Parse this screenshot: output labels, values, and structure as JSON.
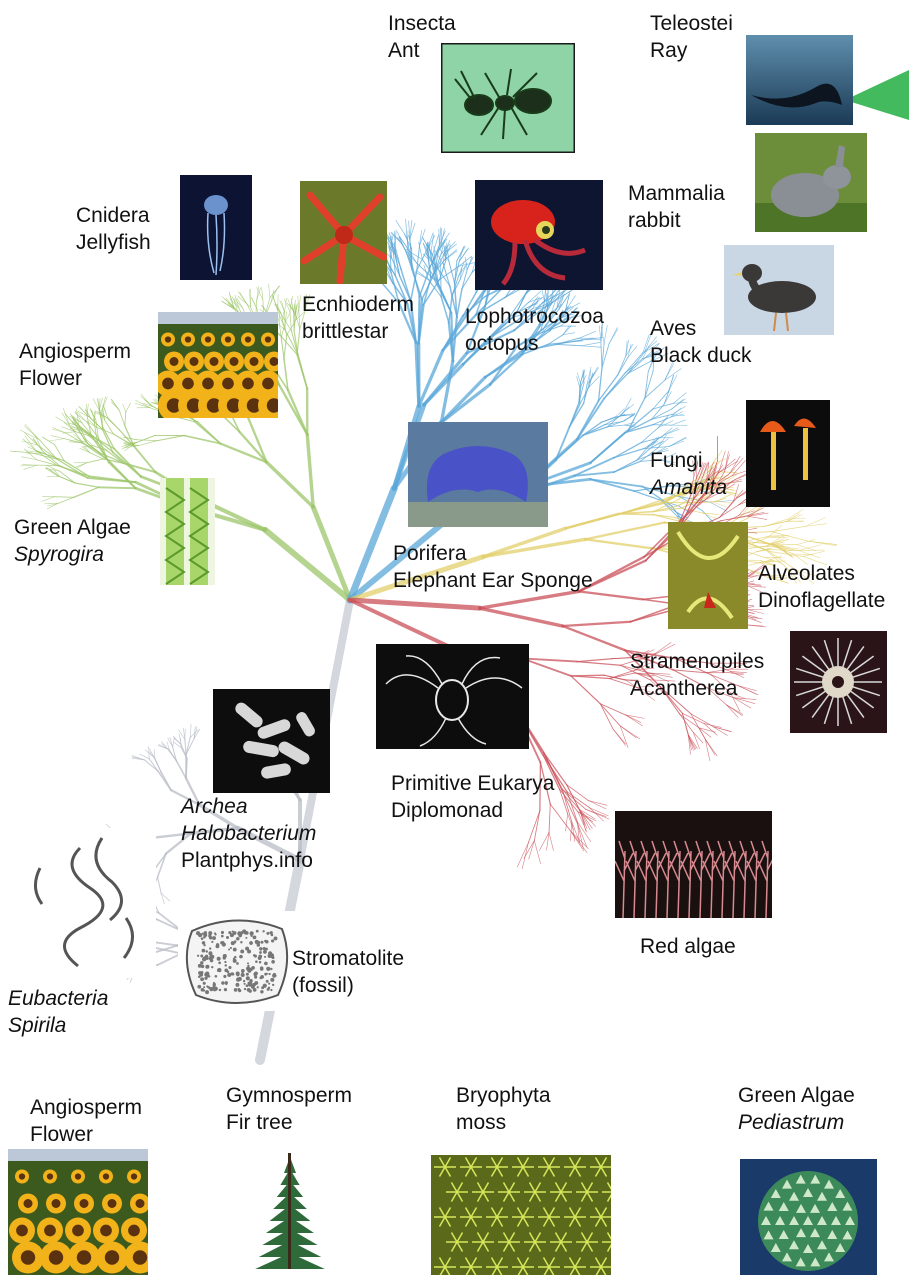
{
  "taxa": {
    "insecta": {
      "line1": "Insecta",
      "line2": "Ant"
    },
    "teleostei": {
      "line1": "Teleostei",
      "line2": "Ray"
    },
    "cnidera": {
      "line1": "Cnidera",
      "line2": "Jellyfish"
    },
    "mammalia": {
      "line1": "Mammalia",
      "line2": "rabbit"
    },
    "echinoderm": {
      "line1": "Ecnhioderm",
      "line2": "brittlestar"
    },
    "lophotrocozoa": {
      "line1": "Lophotrocozoa",
      "line2": "octopus"
    },
    "aves": {
      "line1": "Aves",
      "line2": "Black duck"
    },
    "angiosperm_top": {
      "line1": "Angiosperm",
      "line2": "Flower"
    },
    "fungi": {
      "line1": "Fungi",
      "line2": "Amanita"
    },
    "green_algae_top": {
      "line1": "Green Algae",
      "line2": "Spyrogira"
    },
    "porifera": {
      "line1": "Porifera",
      "line2": "Elephant Ear Sponge"
    },
    "alveolates": {
      "line1": "Alveolates",
      "line2": "Dinoflagellate"
    },
    "stramenopiles": {
      "line1": "Stramenopiles",
      "line2": "Acantherea"
    },
    "primitive": {
      "line1": "Primitive Eukarya",
      "line2": "Diplomonad"
    },
    "archea": {
      "line1": "Archea",
      "line2": "Halobacterium",
      "line3": "Plantphys.info"
    },
    "red_algae": {
      "line1": "Red algae"
    },
    "stromatolite": {
      "line1": "Stromatolite",
      "line2": "(fossil)"
    },
    "eubacteria": {
      "line1": "Eubacteria",
      "line2": "Spirila"
    },
    "angiosperm_bot": {
      "line1": "Angiosperm",
      "line2": "Flower"
    },
    "gymnosperm": {
      "line1": "Gymnosperm",
      "line2": "Fir tree"
    },
    "bryophyta": {
      "line1": "Bryophyta",
      "line2": "moss"
    },
    "green_algae_bot": {
      "line1": "Green Algae",
      "line2": "Pediastrum"
    }
  },
  "branch_colors": {
    "animals": "#5aa7d8",
    "plants": "#9cc56a",
    "fungi": "#e2cf6a",
    "protists": "#c9505a",
    "prokaryotes": "#b8bcc6"
  },
  "icons": [
    "ant-icon",
    "ray-icon",
    "jellyfish-icon",
    "brittlestar-icon",
    "octopus-icon",
    "rabbit-icon",
    "duck-icon",
    "sunflower-icon",
    "amanita-icon",
    "spirogyra-icon",
    "sponge-icon",
    "dinoflagellate-icon",
    "acantharea-icon",
    "diplomonad-icon",
    "halobacterium-icon",
    "red-algae-icon",
    "stromatolite-icon",
    "spirila-icon",
    "fir-tree-icon",
    "moss-icon",
    "pediastrum-icon"
  ]
}
